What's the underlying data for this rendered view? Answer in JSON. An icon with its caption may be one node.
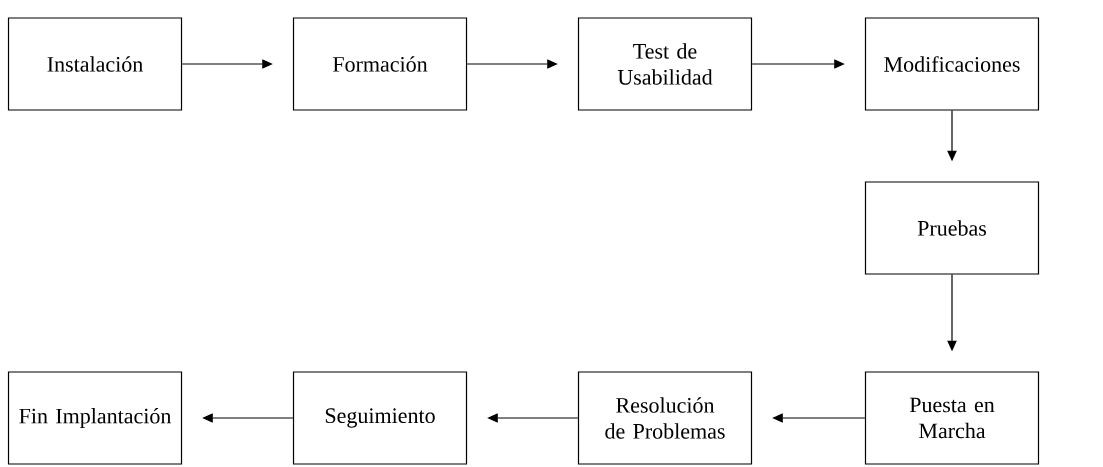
{
  "diagram": {
    "nodes": [
      {
        "text": [
          "Instalación"
        ]
      },
      {
        "text": [
          "Formación"
        ]
      },
      {
        "text": [
          "Test de Usabilidad"
        ]
      },
      {
        "text": [
          "Modificaciones"
        ]
      },
      {
        "text": [
          "Pruebas"
        ]
      },
      {
        "text": [
          "Puesta en Marcha"
        ]
      },
      {
        "text": [
          "Resolución de Problemas"
        ]
      },
      {
        "text": [
          "Seguimiento"
        ]
      },
      {
        "text": [
          "Fin Implantación"
        ]
      }
    ],
    "edges": [
      {
        "from": 0,
        "to": 1,
        "arrow": "to"
      },
      {
        "from": 1,
        "to": 2,
        "arrow": "to"
      },
      {
        "from": 2,
        "to": 3,
        "arrow": "to"
      },
      {
        "from": 3,
        "to": 4,
        "arrow": "to"
      },
      {
        "from": 4,
        "to": 5,
        "arrow": "to"
      },
      {
        "from": 5,
        "to": 6,
        "arrow": "to"
      },
      {
        "from": 6,
        "to": 7,
        "arrow": "to"
      },
      {
        "from": 7,
        "to": 8,
        "arrow": "to"
      }
    ]
  }
}
